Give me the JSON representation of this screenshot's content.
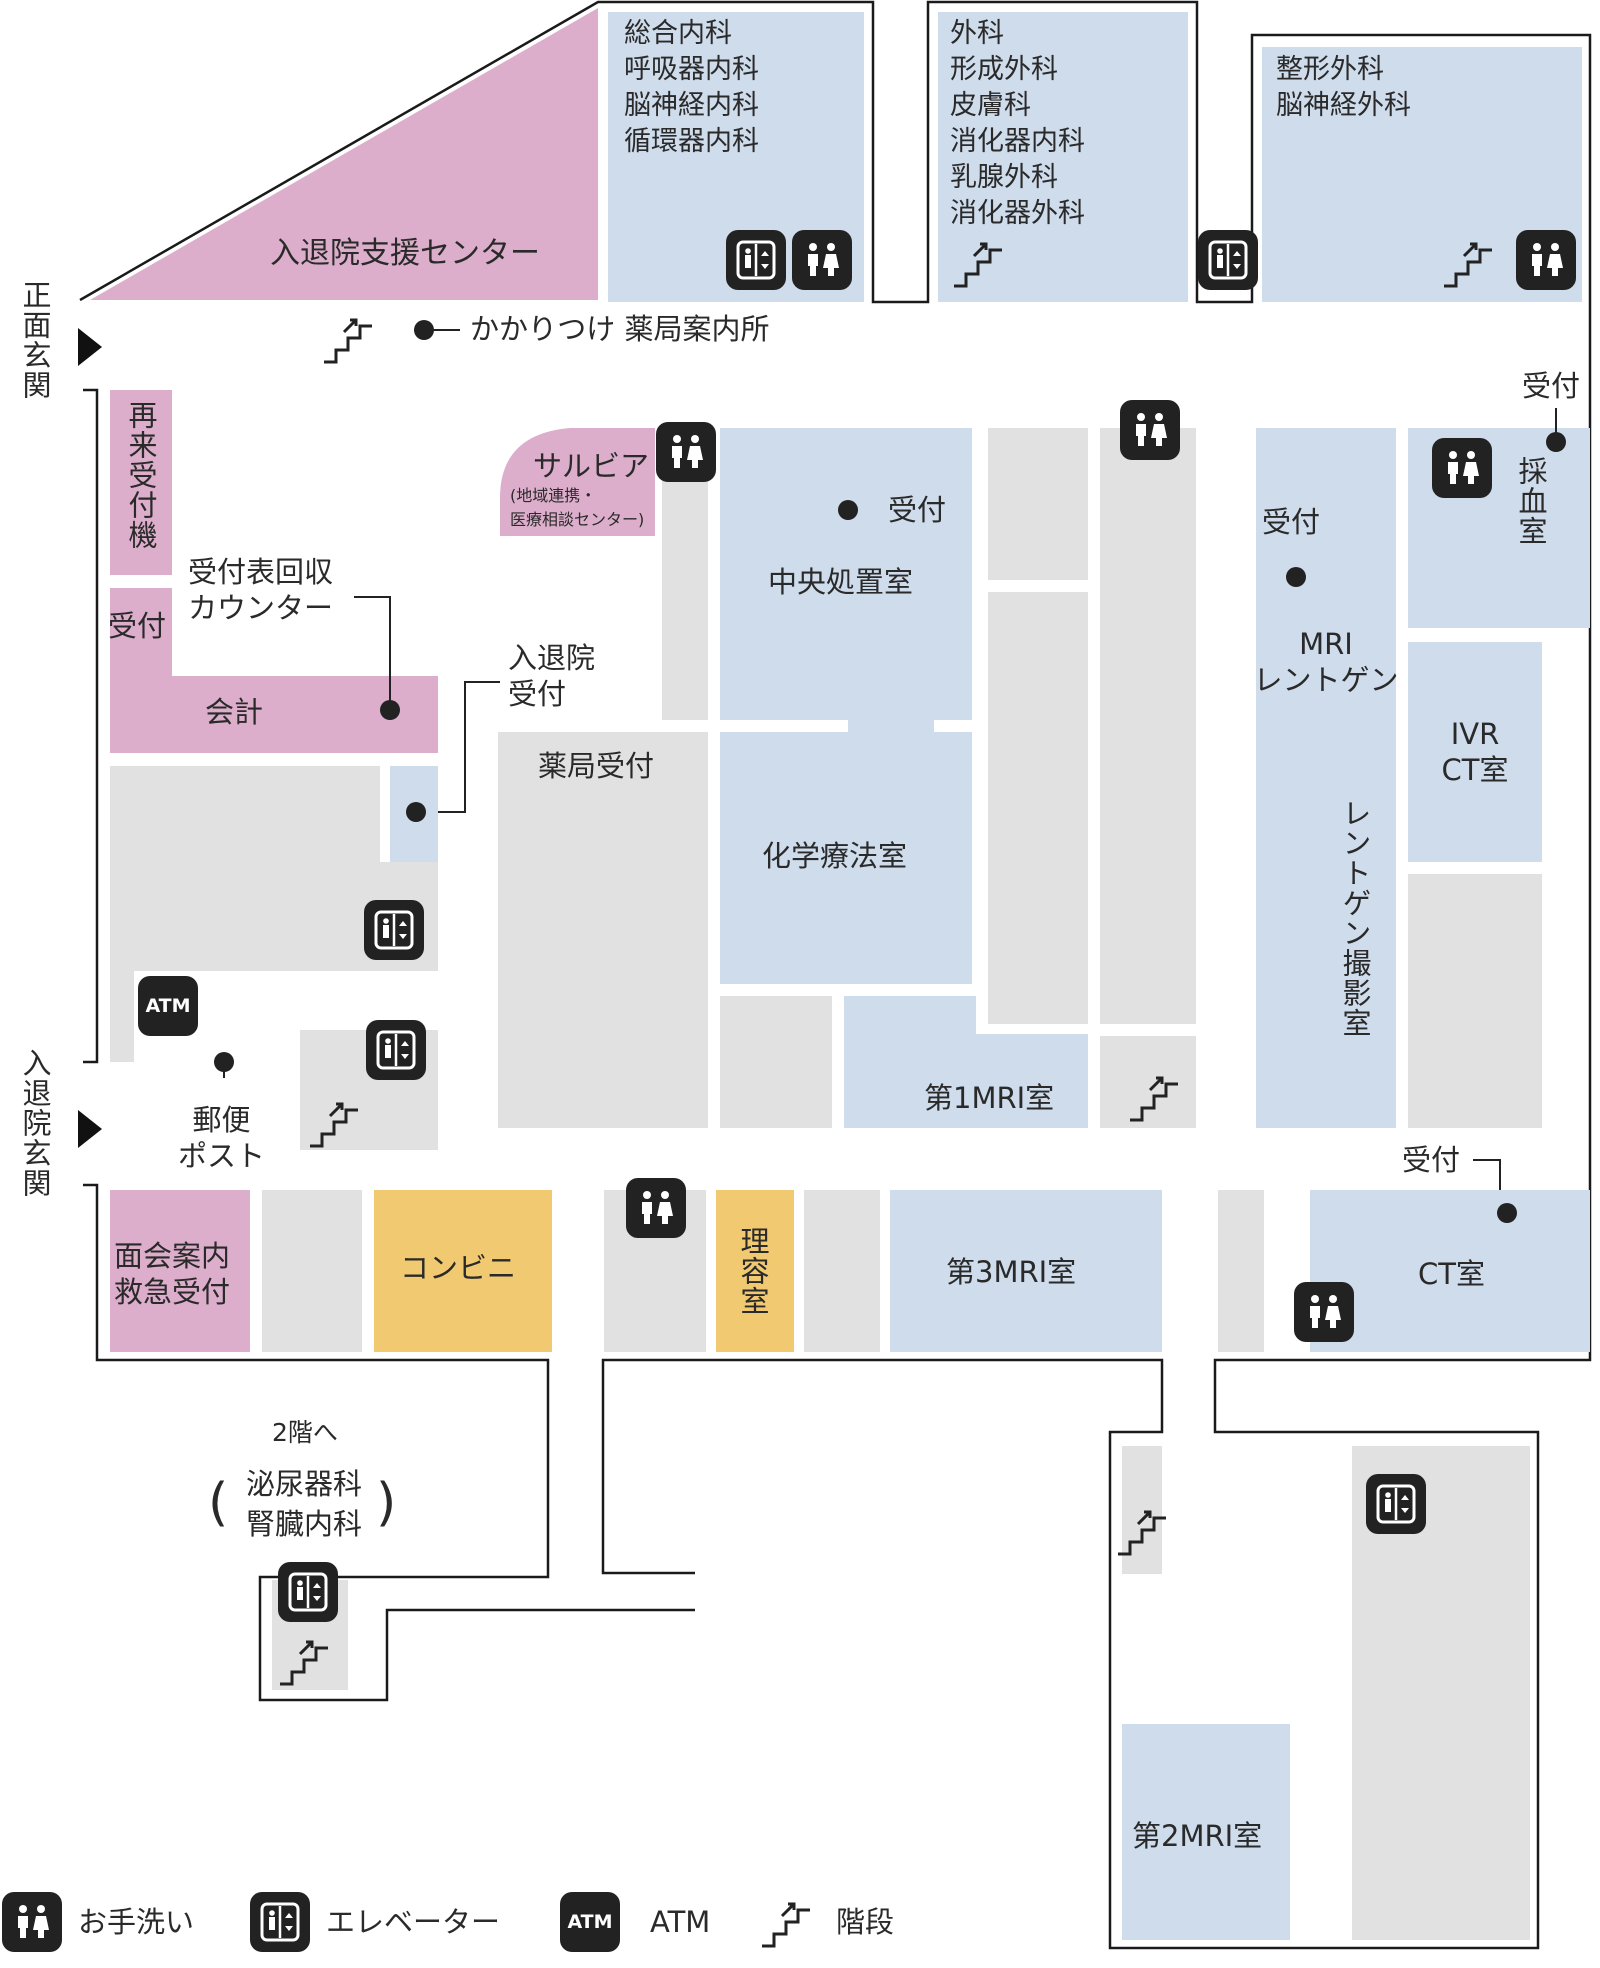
{
  "rooms": {
    "admission_support": "入退院支援センター",
    "depts_a": "総合内科\n呼吸器内科\n脳神経内科\n循環器内科",
    "depts_b": "外科\n形成外科\n皮膚科\n消化器内科\n乳腺外科\n消化器外科",
    "depts_c": "整形外科\n脳神経外科",
    "pharmacy_info": "かかりつけ 薬局案内所",
    "main_entrance": "正面玄関",
    "reentry_machine": "再来受付機",
    "reception": "受付",
    "ticket_counter": "受付表回収\nカウンター",
    "accounting": "会計",
    "admission_reception": "入退院\n受付",
    "salvia": "サルビア",
    "salvia_sub": "(地域連携・\n医療相談センター)",
    "central_treatment": "中央処置室",
    "pharmacy_reception": "薬局受付",
    "chemotherapy": "化学療法室",
    "mri1": "第1MRI室",
    "mri_xray": "MRI\nレントゲン",
    "xray_room": "レントゲン撮影室",
    "ivr_ct": "IVR\nCT室",
    "blood_draw": "採血室",
    "entry_exit": "入退院玄関",
    "post": "郵便\nポスト",
    "atm_label": "ATM",
    "info_emergency": "面会案内\n救急受付",
    "convenience": "コンビニ",
    "barber": "理容室",
    "mri3": "第3MRI室",
    "ct": "CT室",
    "to_2f": "2階へ",
    "urology": "泌尿器科\n腎臓内科",
    "mri2": "第2MRI室"
  },
  "legend": {
    "toilet": "お手洗い",
    "elevator": "エレベーター",
    "atm_badge": "ATM",
    "atm": "ATM",
    "stairs": "階段"
  },
  "colors": {
    "blue": "#cfdcec",
    "pink": "#dcaecb",
    "gray": "#e1e1e1",
    "yellow": "#f1c970",
    "icon": "#222222"
  }
}
